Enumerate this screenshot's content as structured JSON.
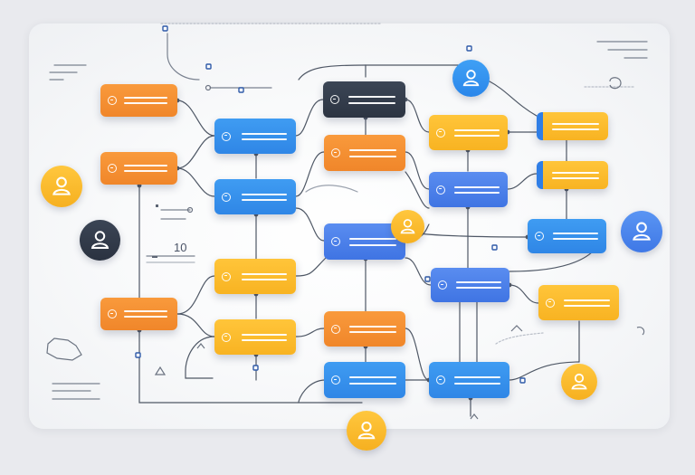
{
  "diagram": {
    "label_number": "10",
    "colors": {
      "orange": "#f58f31",
      "blue": "#3a93ee",
      "blue_violet": "#4b80ea",
      "yellow": "#fcbc2e",
      "dark": "#343d4c",
      "connector": "#4f5866",
      "tab_accent": "#2f7ee6"
    },
    "nodes": [
      {
        "id": "n1",
        "color": "orange"
      },
      {
        "id": "n2",
        "color": "orange"
      },
      {
        "id": "n3",
        "color": "orange"
      },
      {
        "id": "n4",
        "color": "blue"
      },
      {
        "id": "n5",
        "color": "blue"
      },
      {
        "id": "n6",
        "color": "yellow"
      },
      {
        "id": "n7",
        "color": "yellow"
      },
      {
        "id": "n8",
        "color": "dark"
      },
      {
        "id": "n9",
        "color": "orange"
      },
      {
        "id": "n10",
        "color": "blue_violet"
      },
      {
        "id": "n11",
        "color": "orange"
      },
      {
        "id": "n12",
        "color": "blue"
      },
      {
        "id": "n13",
        "color": "yellow"
      },
      {
        "id": "n14",
        "color": "blue_violet"
      },
      {
        "id": "n15",
        "color": "blue_violet"
      },
      {
        "id": "n16",
        "color": "blue"
      },
      {
        "id": "n17",
        "color": "yellow"
      },
      {
        "id": "n18",
        "color": "yellow"
      },
      {
        "id": "n19",
        "color": "blue"
      },
      {
        "id": "n20",
        "color": "yellow"
      }
    ],
    "avatars": [
      {
        "id": "a1",
        "color": "blue",
        "icon": "user-icon"
      },
      {
        "id": "a2",
        "color": "yellow",
        "icon": "user-icon"
      },
      {
        "id": "a3",
        "color": "dark",
        "icon": "user-icon"
      },
      {
        "id": "a4",
        "color": "yellow",
        "icon": "user-icon"
      },
      {
        "id": "a5",
        "color": "blue",
        "icon": "user-icon"
      },
      {
        "id": "a6",
        "color": "yellow",
        "icon": "user-icon"
      },
      {
        "id": "a7",
        "color": "yellow",
        "icon": "user-icon"
      }
    ]
  }
}
